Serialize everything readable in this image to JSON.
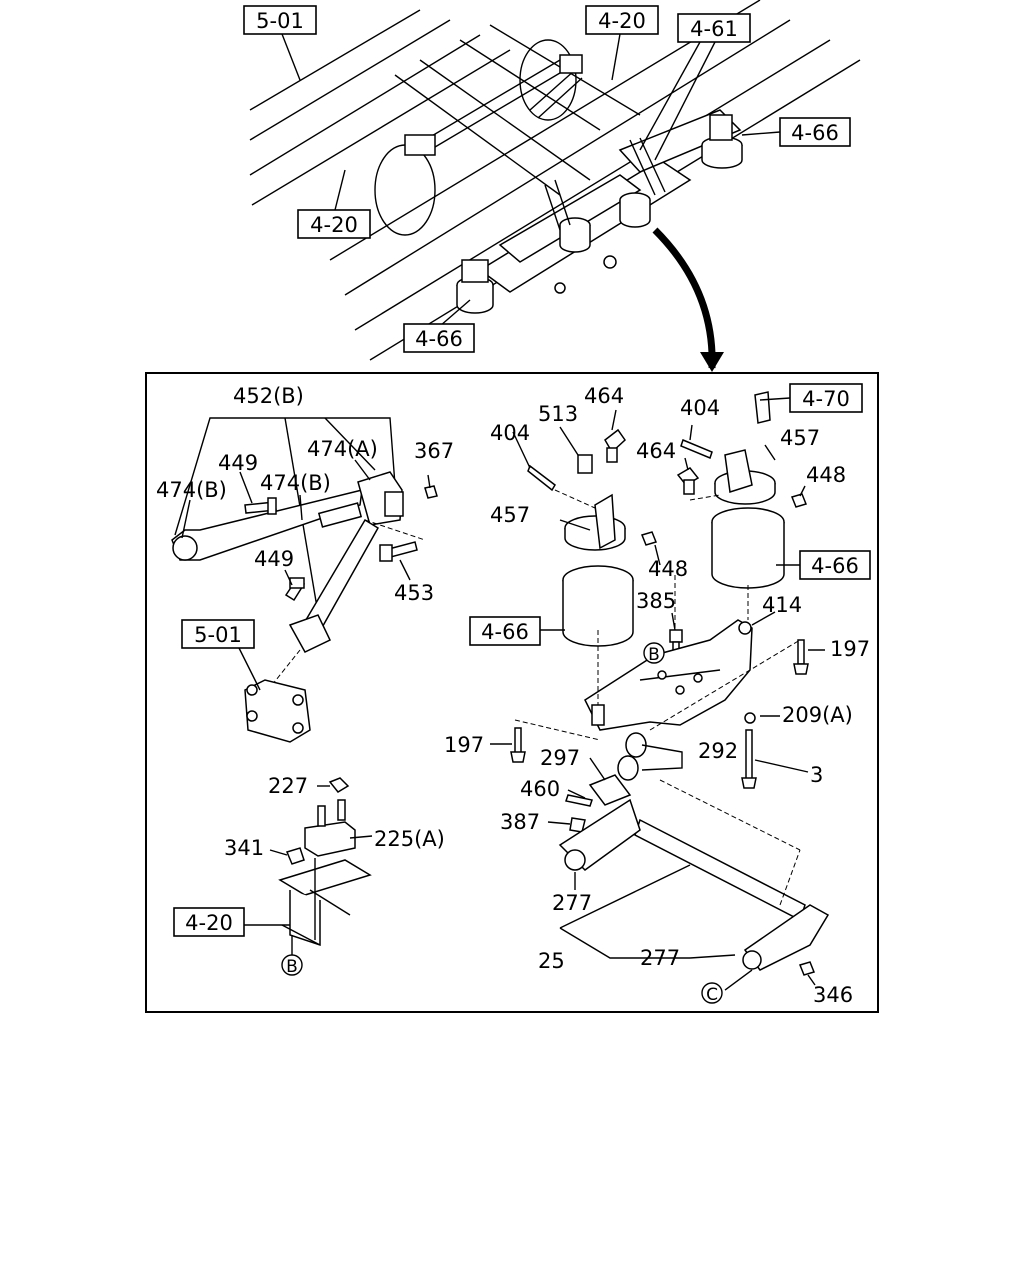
{
  "top": {
    "refs": {
      "r501": "5-01",
      "r420a": "4-20",
      "r461": "4-61",
      "r466a": "4-66",
      "r420b": "4-20",
      "r466b": "4-66"
    }
  },
  "detail": {
    "refs": {
      "r470": "4-70",
      "r466c": "4-66",
      "r466d": "4-66",
      "r501b": "5-01",
      "r420c": "4-20"
    },
    "labels": {
      "p452b": "452(B)",
      "p474a": "474(A)",
      "p367": "367",
      "p449a": "449",
      "p474b1": "474(B)",
      "p474b2": "474(B)",
      "p449b": "449",
      "p453": "453",
      "p227": "227",
      "p225a": "225(A)",
      "p341": "341",
      "p404a": "404",
      "p513": "513",
      "p464a": "464",
      "p457a": "457",
      "p448a": "448",
      "p404b": "404",
      "p464b": "464",
      "p457b": "457",
      "p448b": "448",
      "p385": "385",
      "p414": "414",
      "p197a": "197",
      "p209a": "209(A)",
      "p197b": "197",
      "p297": "297",
      "p292": "292",
      "p3": "3",
      "p460": "460",
      "p387": "387",
      "p277a": "277",
      "p25": "25",
      "p277b": "277",
      "p346": "346"
    },
    "circles": {
      "b1": "B",
      "b2": "B",
      "c1": "C"
    }
  }
}
